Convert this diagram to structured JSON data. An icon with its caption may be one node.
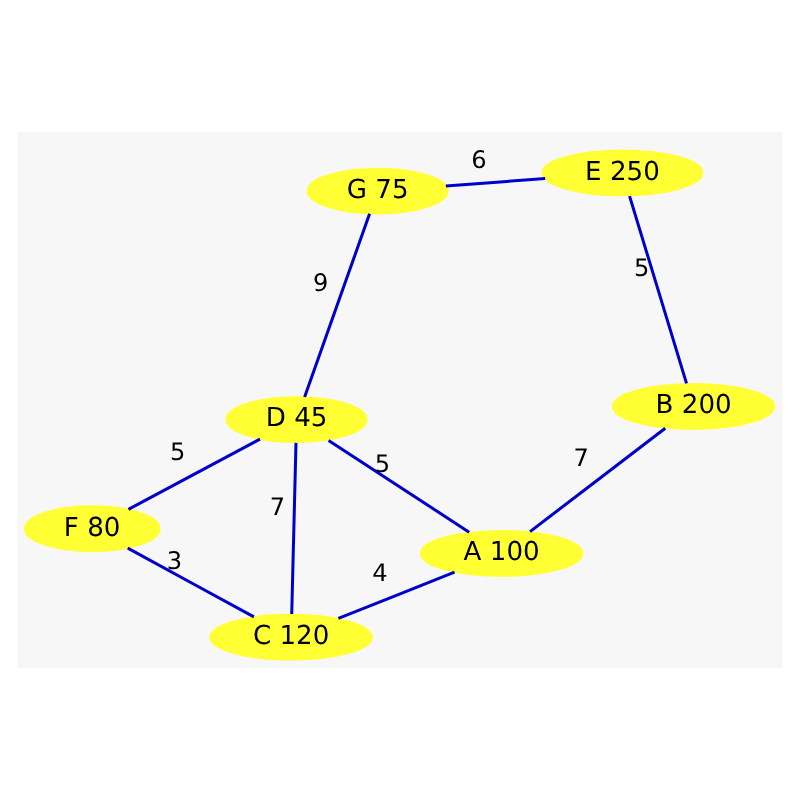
{
  "diagram": {
    "nodes": [
      {
        "text": [
          "G 75"
        ]
      },
      {
        "text": [
          "E 250"
        ]
      },
      {
        "text": [
          "B 200"
        ]
      },
      {
        "text": [
          "D 45"
        ]
      },
      {
        "text": [
          "A 100"
        ]
      },
      {
        "text": [
          "F 80"
        ]
      },
      {
        "text": [
          "C 120"
        ]
      }
    ],
    "edges": [
      {
        "from": 0,
        "to": 1,
        "arrow": "none",
        "label": "6"
      },
      {
        "from": 1,
        "to": 2,
        "arrow": "none",
        "label": "5"
      },
      {
        "from": 0,
        "to": 3,
        "arrow": "none",
        "label": "9"
      },
      {
        "from": 2,
        "to": 4,
        "arrow": "none",
        "label": "7"
      },
      {
        "from": 3,
        "to": 4,
        "arrow": "none",
        "label": "5"
      },
      {
        "from": 3,
        "to": 6,
        "arrow": "none",
        "label": "7"
      },
      {
        "from": 3,
        "to": 5,
        "arrow": "none",
        "label": "5"
      },
      {
        "from": 5,
        "to": 6,
        "arrow": "none",
        "label": "3"
      },
      {
        "from": 6,
        "to": 4,
        "arrow": "none",
        "label": "4"
      }
    ]
  }
}
